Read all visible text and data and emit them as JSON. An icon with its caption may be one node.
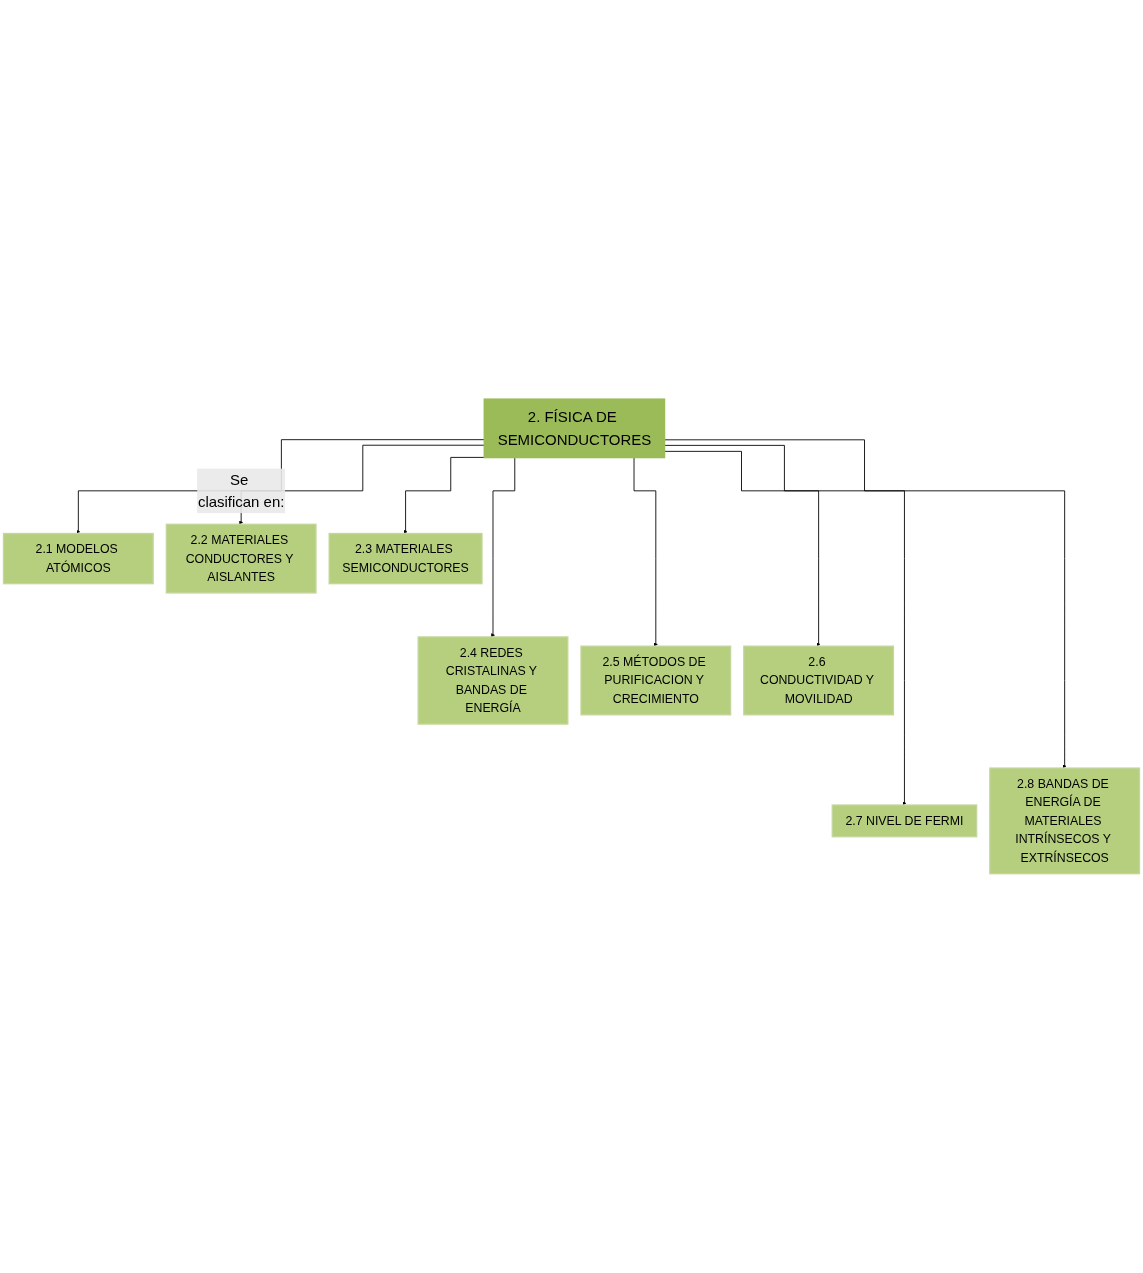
{
  "diagram": {
    "nodes": [
      {
        "text": [
          "2. FÍSICA DE SEMICONDUCTORES"
        ]
      },
      {
        "text": [
          "2.1 MODELOS ATÓMICOS"
        ]
      },
      {
        "text": [
          "2.2 MATERIALES CONDUCTORES Y AISLANTES"
        ]
      },
      {
        "text": [
          "2.3 MATERIALES SEMICONDUCTORES"
        ]
      },
      {
        "text": [
          "2.4 REDES CRISTALINAS Y BANDAS DE ENERGÍA"
        ]
      },
      {
        "text": [
          "2.5 MÉTODOS DE PURIFICACION Y CRECIMIENTO"
        ]
      },
      {
        "text": [
          "2.6 CONDUCTIVIDAD Y MOVILIDAD"
        ]
      },
      {
        "text": [
          "2.7 NIVEL DE FERMI"
        ]
      },
      {
        "text": [
          "2.8 BANDAS DE ENERGÍA DE MATERIALES INTRÍNSECOS Y EXTRÍNSECOS"
        ]
      }
    ],
    "edges": [
      {
        "from": 0,
        "to": 1,
        "arrow": "to"
      },
      {
        "from": 0,
        "to": 2,
        "arrow": "to",
        "label": "Se clasifican en:"
      },
      {
        "from": 0,
        "to": 3,
        "arrow": "to"
      },
      {
        "from": 0,
        "to": 4,
        "arrow": "to"
      },
      {
        "from": 0,
        "to": 5,
        "arrow": "to"
      },
      {
        "from": 0,
        "to": 6,
        "arrow": "to"
      },
      {
        "from": 0,
        "to": 7,
        "arrow": "to"
      },
      {
        "from": 0,
        "to": 8,
        "arrow": "to"
      }
    ]
  }
}
